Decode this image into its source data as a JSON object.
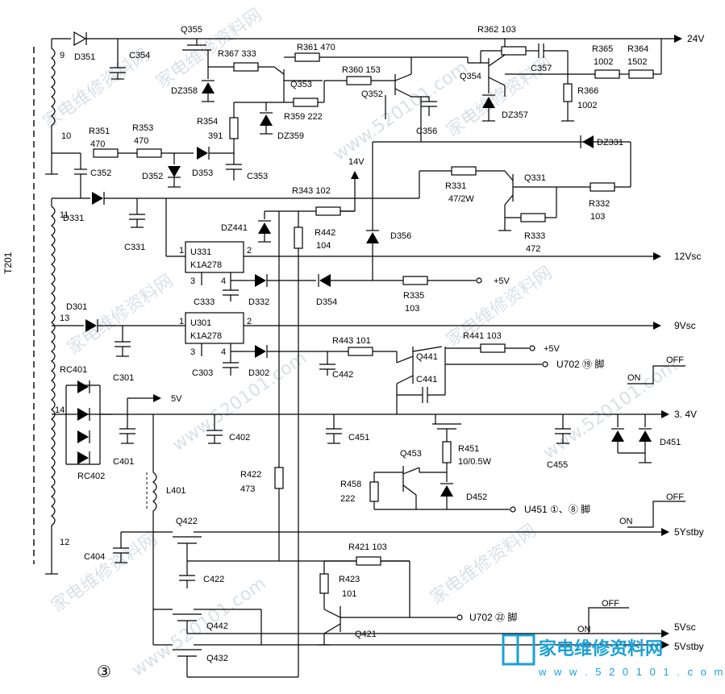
{
  "transformer": {
    "name": "T201",
    "pins": [
      "9",
      "10",
      "11",
      "13",
      "14",
      "12"
    ]
  },
  "components": {
    "D351": "D351",
    "C354": "C354",
    "Q355": "Q355",
    "R367": "R367  333",
    "R361": "R361  470",
    "R362": "R362  103",
    "R365": "R365",
    "R365v": "1002",
    "R364": "R364",
    "R364v": "1502",
    "C357": "C357",
    "Q354": "Q354",
    "R366": "R366",
    "R366v": "1002",
    "DZ357": "DZ357",
    "DZ358": "DZ358",
    "Q353": "Q353",
    "R360": "R360  153",
    "Q352": "Q352",
    "C356": "C356",
    "R359": "R359  222",
    "DZ359": "DZ359",
    "R354": "R354",
    "R354v": "391",
    "R351": "R351",
    "R351v": "470",
    "R353": "R353",
    "R353v": "470",
    "C352": "C352",
    "D352": "D352",
    "D353": "D353",
    "C353": "C353",
    "D331": "D331",
    "C331": "C331",
    "R343": "R343  102",
    "DZ441": "DZ441",
    "R442": "R442",
    "R442v": "104",
    "D356": "D356",
    "R331": "R331",
    "R331v": "47/2W",
    "Q331": "Q331",
    "DZ331": "DZ331",
    "R332": "R332",
    "R332v": "103",
    "R333": "R333",
    "R333v": "472",
    "U331": "U331",
    "U331t": "K1A278",
    "C333": "C333",
    "D332": "D332",
    "D354": "D354",
    "R335": "R335",
    "R335v": "103",
    "D301": "D301",
    "C301": "C301",
    "U301": "U301",
    "U301t": "K1A278",
    "C303": "C303",
    "D302": "D302",
    "R443": "R443  101",
    "C442": "C442",
    "Q441": "Q441",
    "C441": "C441",
    "R441": "R441  103",
    "RC401": "RC401",
    "RC402": "RC402",
    "C401": "C401",
    "C402": "C402",
    "C451": "C451",
    "C455": "C455",
    "D451": "D451",
    "Q453": "Q453",
    "R451": "R451",
    "R451v": "10/0.5W",
    "R458": "R458",
    "R458v": "222",
    "D452": "D452",
    "R422": "R422",
    "R422v": "473",
    "L401": "L401",
    "Q422": "Q422",
    "C404": "C404",
    "C422": "C422",
    "R421": "R421  103",
    "R423": "R423",
    "R423v": "101",
    "Q421": "Q421",
    "Q442": "Q442",
    "Q432": "Q432"
  },
  "rails": {
    "v24": "24V",
    "v14": "14V",
    "v12vsc": "12Vsc",
    "p5v_a": "+5V",
    "v9vsc": "9Vsc",
    "p5v_b": "+5V",
    "v5": "5V",
    "v34": "3. 4V",
    "v5ystby": "5Ystby",
    "v5vsc": "5Vsc",
    "v5vstby": "5Vstby"
  },
  "pin_numbers": {
    "u331_1": "1",
    "u331_2": "2",
    "u331_3": "3",
    "u331_4": "4",
    "u301_1": "1",
    "u301_2": "2",
    "u301_3": "3",
    "u301_4": "4"
  },
  "control": {
    "u702_19": "U702 ⑲ 脚",
    "u451_1_8": "U451 ①、⑧ 脚",
    "u702_22": "U702 ㉒ 脚",
    "off": "OFF",
    "on": "ON"
  },
  "figure_number": "③",
  "watermarks": {
    "cn": "家电维修资料网",
    "site": "www.520101.com",
    "brand": "家电维修资料网",
    "brand_url": "w w w . 5 2 0 1 0 1 . c o m"
  }
}
